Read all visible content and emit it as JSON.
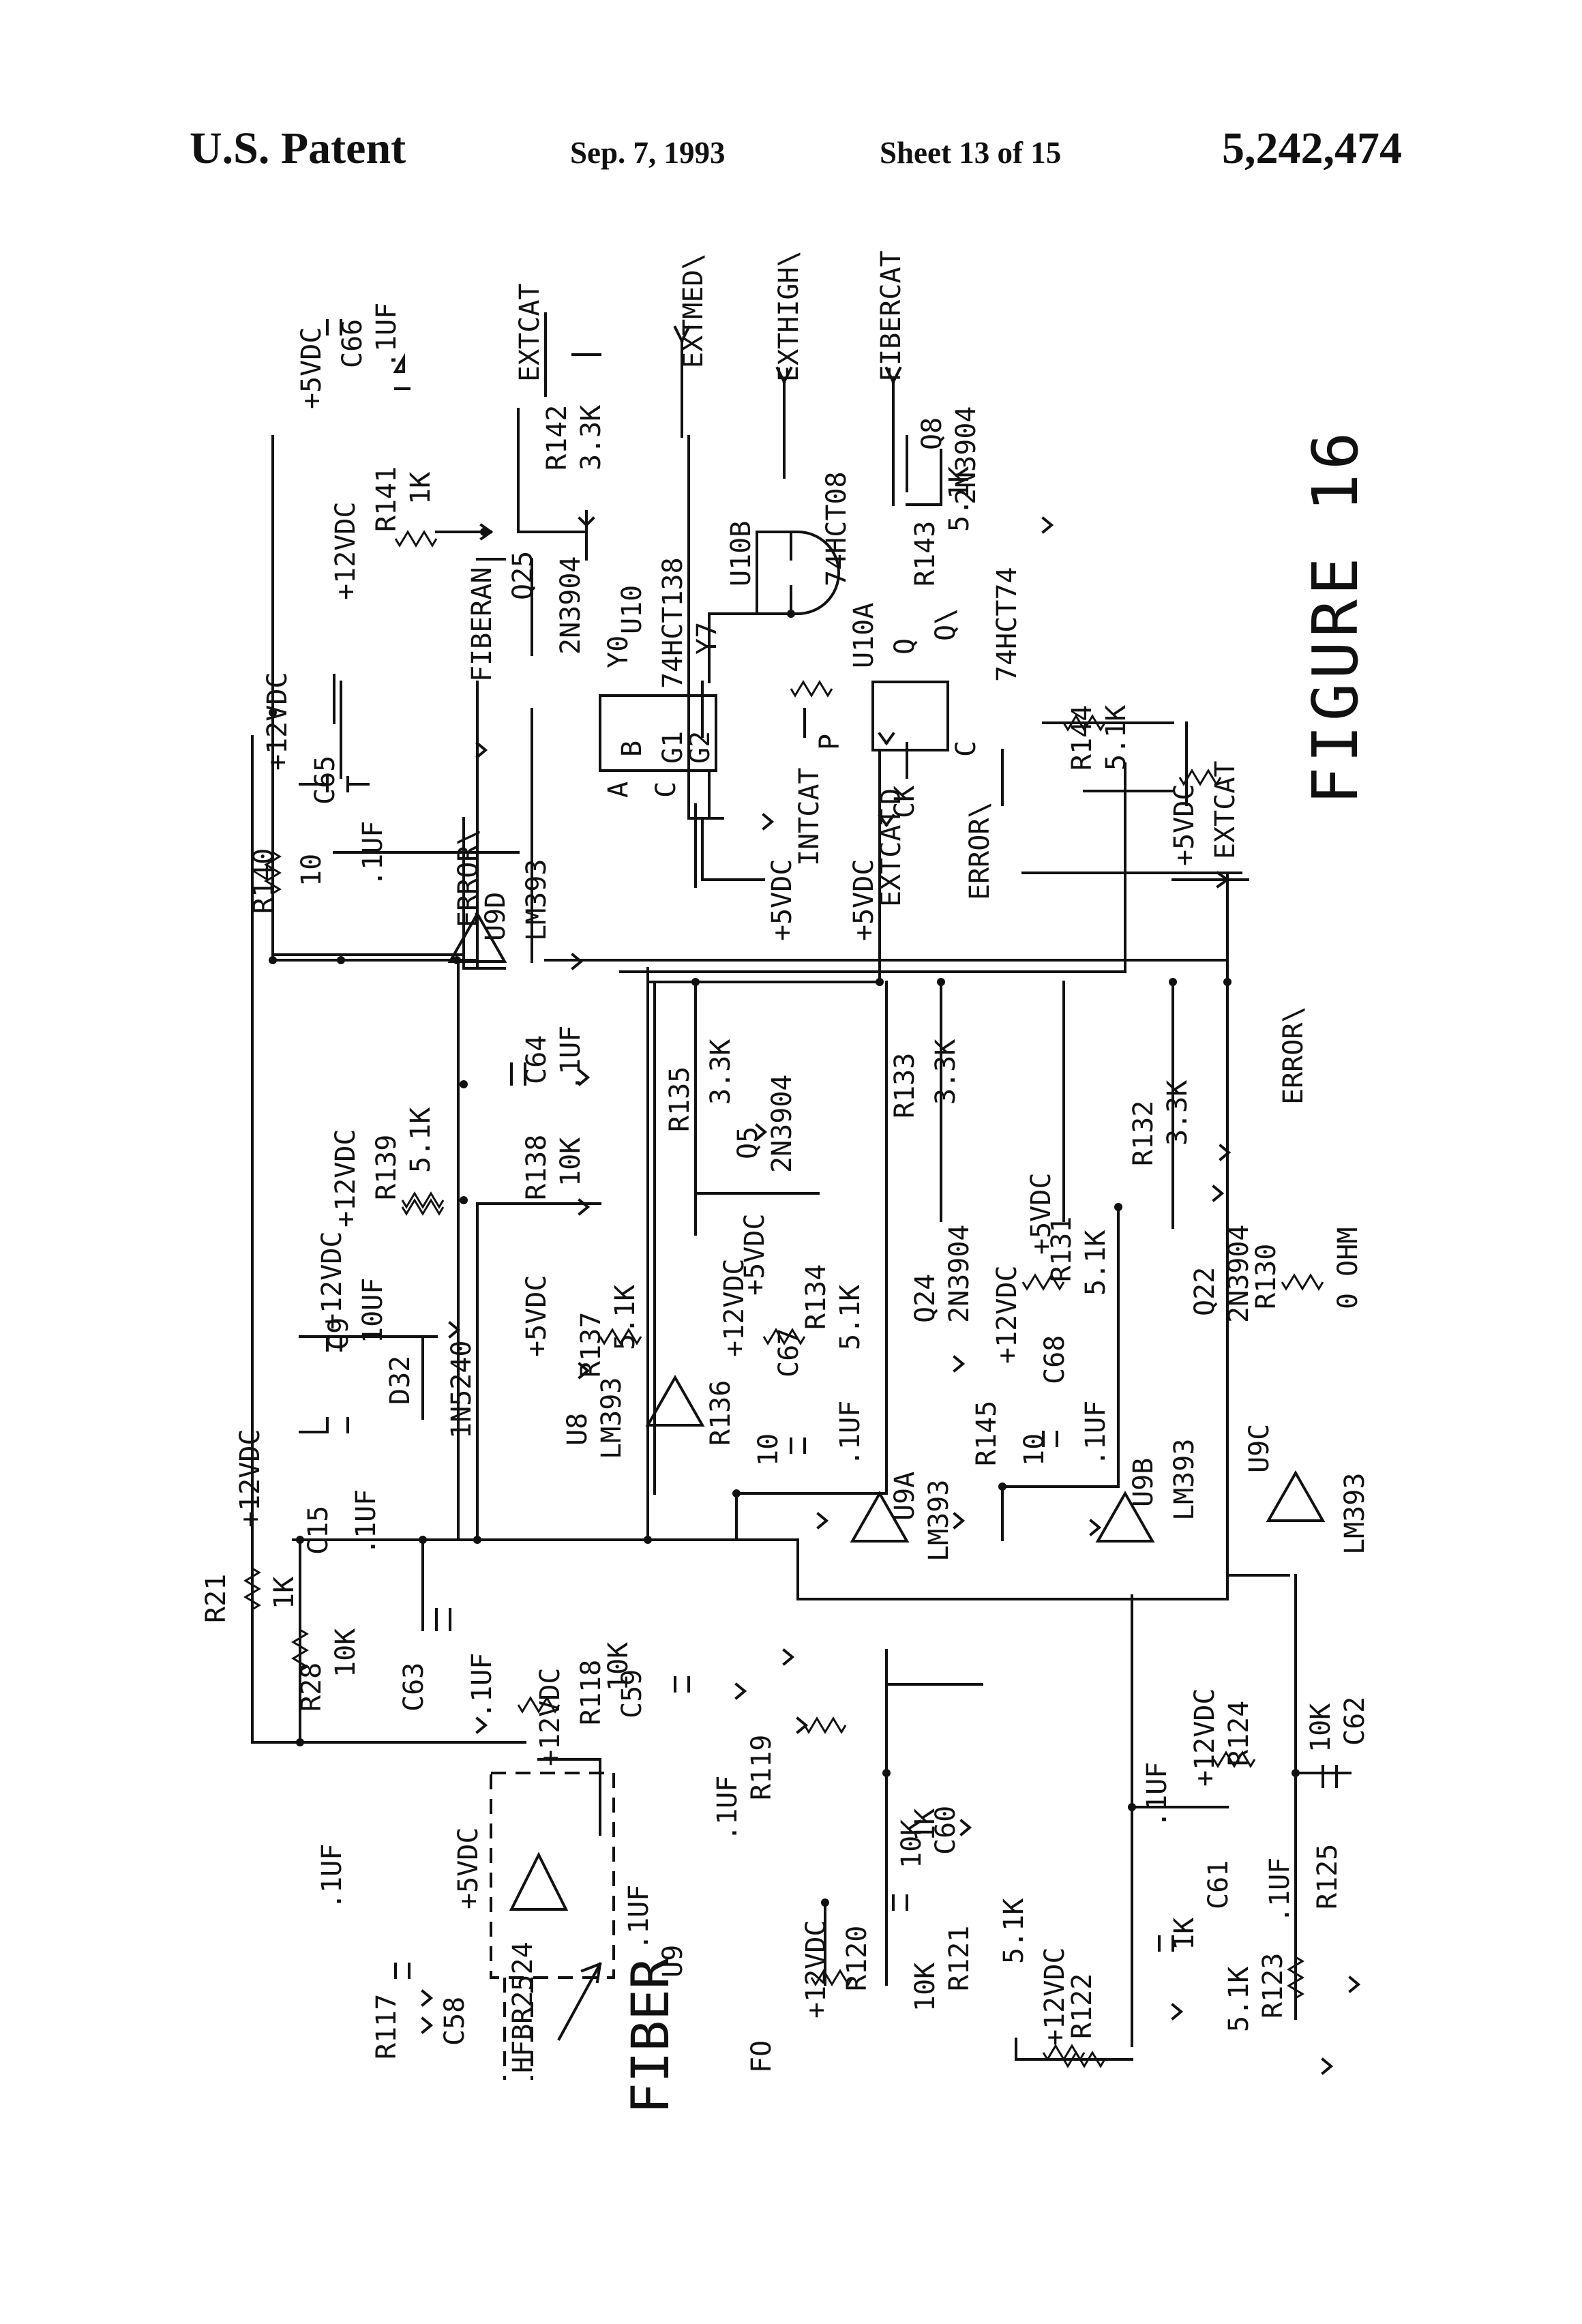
{
  "header": {
    "title": "U.S. Patent",
    "date": "Sep. 7, 1993",
    "sheet": "Sheet 13 of 15",
    "patent_number": "5,242,474"
  },
  "figure": {
    "caption": "FIGURE 16"
  },
  "labels": [
    {
      "text": "+5VDC"
    },
    {
      "text": "C66"
    },
    {
      "text": ".1UF"
    },
    {
      "text": "EXTCAT"
    },
    {
      "text": "R142"
    },
    {
      "text": "3.3K"
    },
    {
      "text": "EXTMED\\"
    },
    {
      "text": "EXTHIGH\\"
    },
    {
      "text": "FIBERCAT"
    },
    {
      "text": "Q8"
    },
    {
      "text": "2N3904"
    },
    {
      "text": "+12VDC"
    },
    {
      "text": "R141"
    },
    {
      "text": "1K"
    },
    {
      "text": "Q25"
    },
    {
      "text": "2N3904"
    },
    {
      "text": "FIBERAN"
    },
    {
      "text": "U10B"
    },
    {
      "text": "74HCT08"
    },
    {
      "text": "R143"
    },
    {
      "text": "5.1K"
    },
    {
      "text": "Y0"
    },
    {
      "text": "U10"
    },
    {
      "text": "74HCT138"
    },
    {
      "text": "Y7"
    },
    {
      "text": "A"
    },
    {
      "text": "B"
    },
    {
      "text": "C"
    },
    {
      "text": "G1"
    },
    {
      "text": "G2"
    },
    {
      "text": "U10A"
    },
    {
      "text": "Q"
    },
    {
      "text": "Q\\"
    },
    {
      "text": "74HCT74"
    },
    {
      "text": "P"
    },
    {
      "text": "D"
    },
    {
      "text": "CK"
    },
    {
      "text": "C"
    },
    {
      "text": "INTCAT"
    },
    {
      "text": "+5VDC"
    },
    {
      "text": "+5VDC"
    },
    {
      "text": "EXTCAT"
    },
    {
      "text": "ERROR\\"
    },
    {
      "text": "R144"
    },
    {
      "text": "5.1K"
    },
    {
      "text": "+5VDC"
    },
    {
      "text": "EXTCAT"
    },
    {
      "text": "+12VDC"
    },
    {
      "text": "R140"
    },
    {
      "text": "10"
    },
    {
      "text": "C65"
    },
    {
      "text": ".1UF"
    },
    {
      "text": "ERROR\\"
    },
    {
      "text": "U9D"
    },
    {
      "text": "LM393"
    },
    {
      "text": "C64"
    },
    {
      "text": ".1UF"
    },
    {
      "text": "+12VDC"
    },
    {
      "text": "R139"
    },
    {
      "text": "5.1K"
    },
    {
      "text": "R138"
    },
    {
      "text": "10K"
    },
    {
      "text": "R135"
    },
    {
      "text": "3.3K"
    },
    {
      "text": "Q5"
    },
    {
      "text": "2N3904"
    },
    {
      "text": "R133"
    },
    {
      "text": "3.3K"
    },
    {
      "text": "Q24"
    },
    {
      "text": "2N3904"
    },
    {
      "text": "R132"
    },
    {
      "text": "3.3K"
    },
    {
      "text": "ERROR\\"
    },
    {
      "text": "+5VDC"
    },
    {
      "text": "R131"
    },
    {
      "text": "5.1K"
    },
    {
      "text": "Q22"
    },
    {
      "text": "2N3904"
    },
    {
      "text": "R130"
    },
    {
      "text": "0 OHM"
    },
    {
      "text": "+5VDC"
    },
    {
      "text": "R134"
    },
    {
      "text": "5.1K"
    },
    {
      "text": "+12VDC"
    },
    {
      "text": "C9"
    },
    {
      "text": "10UF"
    },
    {
      "text": "D32"
    },
    {
      "text": "1N5240"
    },
    {
      "text": "+5VDC"
    },
    {
      "text": "R137"
    },
    {
      "text": "5.1K"
    },
    {
      "text": "U8"
    },
    {
      "text": "LM393"
    },
    {
      "text": "+12VDC"
    },
    {
      "text": "C67"
    },
    {
      "text": "R136"
    },
    {
      "text": "10"
    },
    {
      "text": ".1UF"
    },
    {
      "text": "U9A"
    },
    {
      "text": "LM393"
    },
    {
      "text": "+12VDC"
    },
    {
      "text": "C68"
    },
    {
      "text": "R145"
    },
    {
      "text": "10"
    },
    {
      "text": ".1UF"
    },
    {
      "text": "U9B"
    },
    {
      "text": "LM393"
    },
    {
      "text": "U9C"
    },
    {
      "text": "LM393"
    },
    {
      "text": "+12VDC"
    },
    {
      "text": "R21"
    },
    {
      "text": "1K"
    },
    {
      "text": "C15"
    },
    {
      "text": ".1UF"
    },
    {
      "text": "R28"
    },
    {
      "text": "10K"
    },
    {
      "text": "C63"
    },
    {
      "text": ".1UF"
    },
    {
      "text": "+12VDC"
    },
    {
      "text": "R118"
    },
    {
      "text": "10K"
    },
    {
      "text": "C59"
    },
    {
      "text": ".1UF"
    },
    {
      "text": "R119"
    },
    {
      "text": "10K"
    },
    {
      "text": "C60"
    },
    {
      "text": ".1UF"
    },
    {
      "text": "+12VDC"
    },
    {
      "text": "R124"
    },
    {
      "text": "10K"
    },
    {
      "text": "C62"
    },
    {
      "text": ".1UF"
    },
    {
      "text": "+5VDC"
    },
    {
      "text": "R117"
    },
    {
      "text": "C58"
    },
    {
      "text": ".1UF"
    },
    {
      "text": "U9"
    },
    {
      "text": "HFBR2524"
    },
    {
      "text": "FIBER"
    },
    {
      "text": "FO"
    },
    {
      "text": "+12VDC"
    },
    {
      "text": "R120"
    },
    {
      "text": "10K"
    },
    {
      "text": "R121"
    },
    {
      "text": "5.1K"
    },
    {
      "text": "+12VDC"
    },
    {
      "text": "R122"
    },
    {
      "text": "5.1K"
    },
    {
      "text": "R123"
    },
    {
      "text": "1K"
    },
    {
      "text": "C61"
    },
    {
      "text": ".1UF"
    },
    {
      "text": "R125"
    },
    {
      "text": "1K"
    }
  ]
}
